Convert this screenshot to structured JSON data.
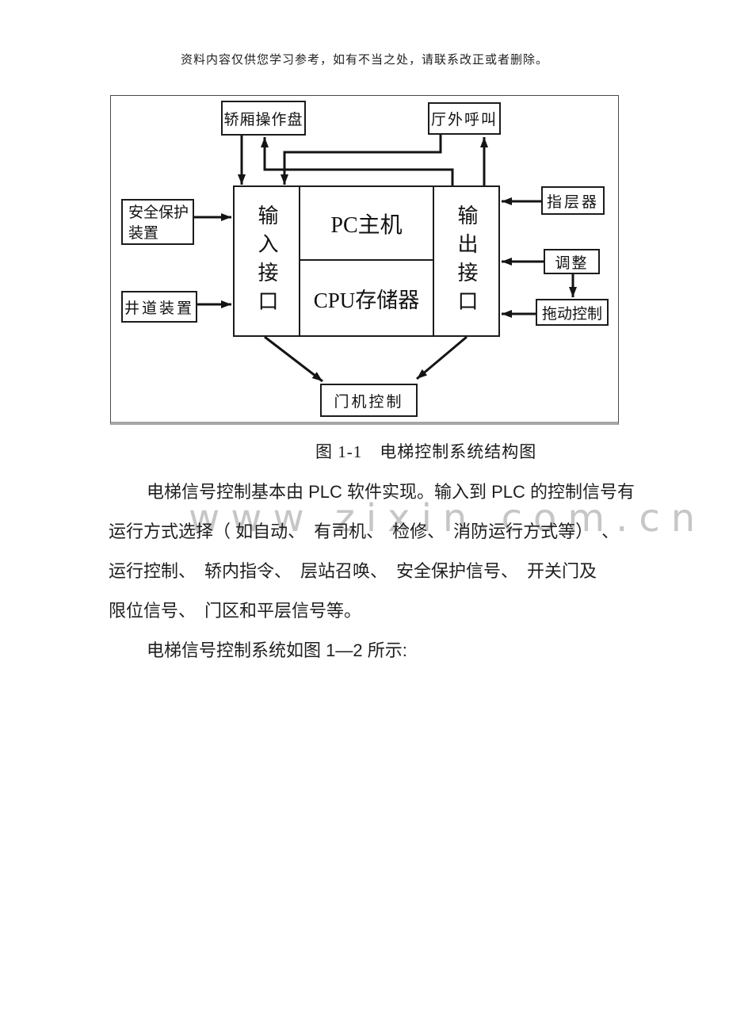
{
  "page": {
    "header_note": "资料内容仅供您学习参考，如有不当之处，请联系改正或者删除。",
    "watermark": "www.zixin.com.cn",
    "colors": {
      "ink": "#111111",
      "watermark": "#c6c6c6",
      "figure_border_bottom": "#a6a6a6"
    }
  },
  "figure": {
    "caption": "图 1-1　电梯控制系统结构图",
    "blocks": {
      "car_panel": "轿厢操作盘",
      "hall_call": "厅外呼叫",
      "safety_device": "安全保护\n装置",
      "hoistway_device": "井道装置",
      "input_interface": "输入接口",
      "pc_host": "PC主机",
      "cpu_memory": "CPU存储器",
      "output_interface": "输出接口",
      "floor_indicator": "指层器",
      "adjust": "调整",
      "drag_control": "拖动控制",
      "door_control": "门机控制"
    }
  },
  "text": {
    "para1_lines": [
      "电梯信号控制基本由 PLC 软件实现。输入到 PLC 的控制信号有",
      "运行方式选择（ 如自动、　有司机、　检修、　消防运行方式等）　、",
      "运行控制、　轿内指令、　层站召唤、　安全保护信号、　开关门及",
      "限位信号、　门区和平层信号等。"
    ],
    "para2": "电梯信号控制系统如图 1—2 所示:"
  }
}
